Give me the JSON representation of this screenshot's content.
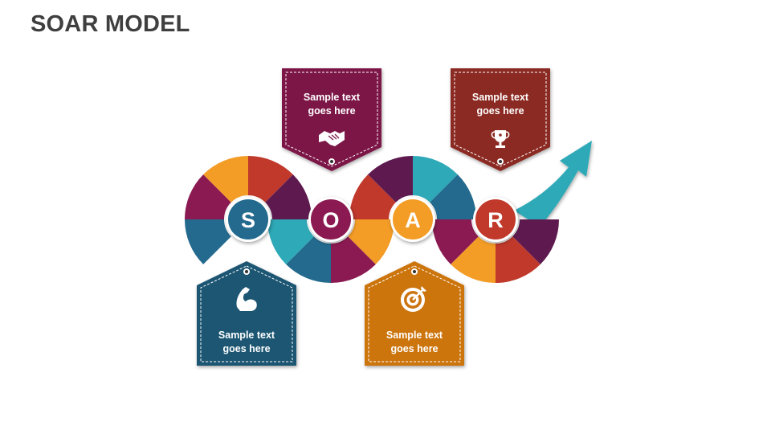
{
  "title": "SOAR MODEL",
  "stages": [
    {
      "letter": "S",
      "color": "#236a8e",
      "text_line1": "Sample text",
      "text_line2": "goes here",
      "icon": "flexed-arm-icon"
    },
    {
      "letter": "O",
      "color": "#7d1e4e",
      "text_line1": "Sample text",
      "text_line2": "goes here",
      "icon": "handshake-icon"
    },
    {
      "letter": "A",
      "color": "#f39c26",
      "text_line1": "Sample text",
      "text_line2": "goes here",
      "icon": "target-icon"
    },
    {
      "letter": "R",
      "color": "#b53a30",
      "text_line1": "Sample text",
      "text_line2": "goes here",
      "icon": "trophy-icon"
    }
  ],
  "palette": {
    "teal": "#2ea9b7",
    "blue": "#236a8e",
    "magenta": "#8c1a52",
    "purple": "#5e1a4f",
    "orange": "#f39c26",
    "red": "#c0392b",
    "tag_blue": "#1f5673",
    "tag_maroon": "#7b1746",
    "tag_orange": "#cc7410",
    "tag_red": "#8b2a22",
    "arrow": "#2ea9b7"
  }
}
